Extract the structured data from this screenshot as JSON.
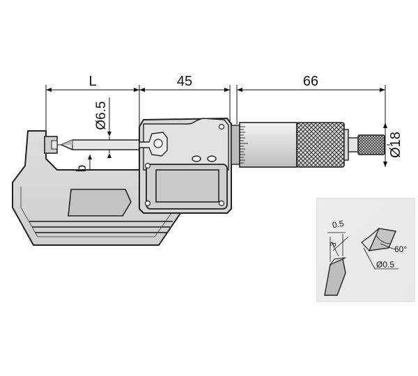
{
  "dimensions": {
    "L": "L",
    "d45": "45",
    "d66": "66",
    "dia65": "Ø6.5",
    "dia18": "Ø18",
    "b": "b"
  },
  "inset": {
    "tip_width": "0.5",
    "tip_length": "3",
    "angle": "60°",
    "tip_diameter": "Ø0.5"
  }
}
